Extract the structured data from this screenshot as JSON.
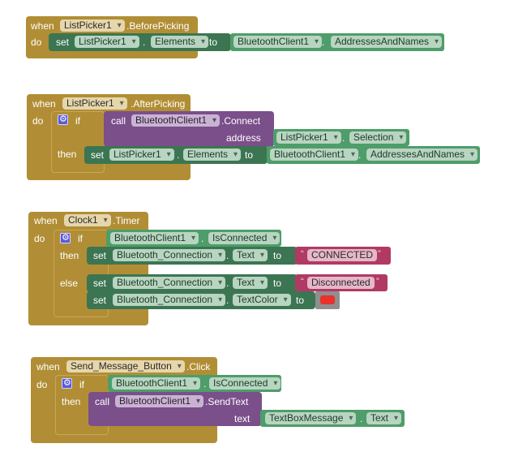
{
  "blocks": [
    {
      "event": {
        "when": "when",
        "component": "ListPicker1",
        "name": ".BeforePicking",
        "do": "do"
      },
      "body": [
        {
          "kind": "set",
          "keyword": "set",
          "component": "ListPicker1",
          "property": "Elements",
          "to": "to",
          "value": {
            "kind": "getter",
            "component": "BluetoothClient1",
            "property": "AddressesAndNames"
          }
        }
      ]
    },
    {
      "event": {
        "when": "when",
        "component": "ListPicker1",
        "name": ".AfterPicking",
        "do": "do"
      },
      "if": {
        "keyword": "if",
        "then": "then",
        "condition": {
          "kind": "call",
          "keyword": "call",
          "component": "BluetoothClient1",
          "method": ".Connect",
          "arg_label": "address",
          "arg": {
            "component": "ListPicker1",
            "property": "Selection"
          }
        },
        "then_body": [
          {
            "kind": "set",
            "keyword": "set",
            "component": "ListPicker1",
            "property": "Elements",
            "to": "to",
            "value": {
              "component": "BluetoothClient1",
              "property": "AddressesAndNames"
            }
          }
        ]
      }
    },
    {
      "event": {
        "when": "when",
        "component": "Clock1",
        "name": ".Timer",
        "do": "do"
      },
      "if": {
        "keyword": "if",
        "then": "then",
        "else": "else",
        "condition": {
          "component": "BluetoothClient1",
          "property": "IsConnected"
        },
        "then_body": [
          {
            "kind": "set",
            "keyword": "set",
            "component": "Bluetooth_Connection",
            "property": "Text",
            "to": "to",
            "value": {
              "kind": "text",
              "text": "CONNECTED"
            }
          }
        ],
        "else_body": [
          {
            "kind": "set",
            "keyword": "set",
            "component": "Bluetooth_Connection",
            "property": "Text",
            "to": "to",
            "value": {
              "kind": "text",
              "text": "Disconnected"
            }
          },
          {
            "kind": "set",
            "keyword": "set",
            "component": "Bluetooth_Connection",
            "property": "TextColor",
            "to": "to",
            "value": {
              "kind": "color",
              "color": "#e8322a"
            }
          }
        ]
      }
    },
    {
      "event": {
        "when": "when",
        "component": "Send_Message_Button",
        "name": ".Click",
        "do": "do"
      },
      "if": {
        "keyword": "if",
        "then": "then",
        "condition": {
          "component": "BluetoothClient1",
          "property": "IsConnected"
        },
        "then_body": [
          {
            "kind": "call",
            "keyword": "call",
            "component": "BluetoothClient1",
            "method": ".SendText",
            "arg_label": "text",
            "arg": {
              "component": "TextBoxMessage",
              "property": "Text"
            }
          }
        ]
      }
    }
  ],
  "colors": {
    "event": "#b18e35",
    "setter": "#3c7552",
    "getter": "#4e9d6a",
    "call": "#7a4f8a",
    "text": "#b03a64",
    "color_value": "#e8322a"
  }
}
